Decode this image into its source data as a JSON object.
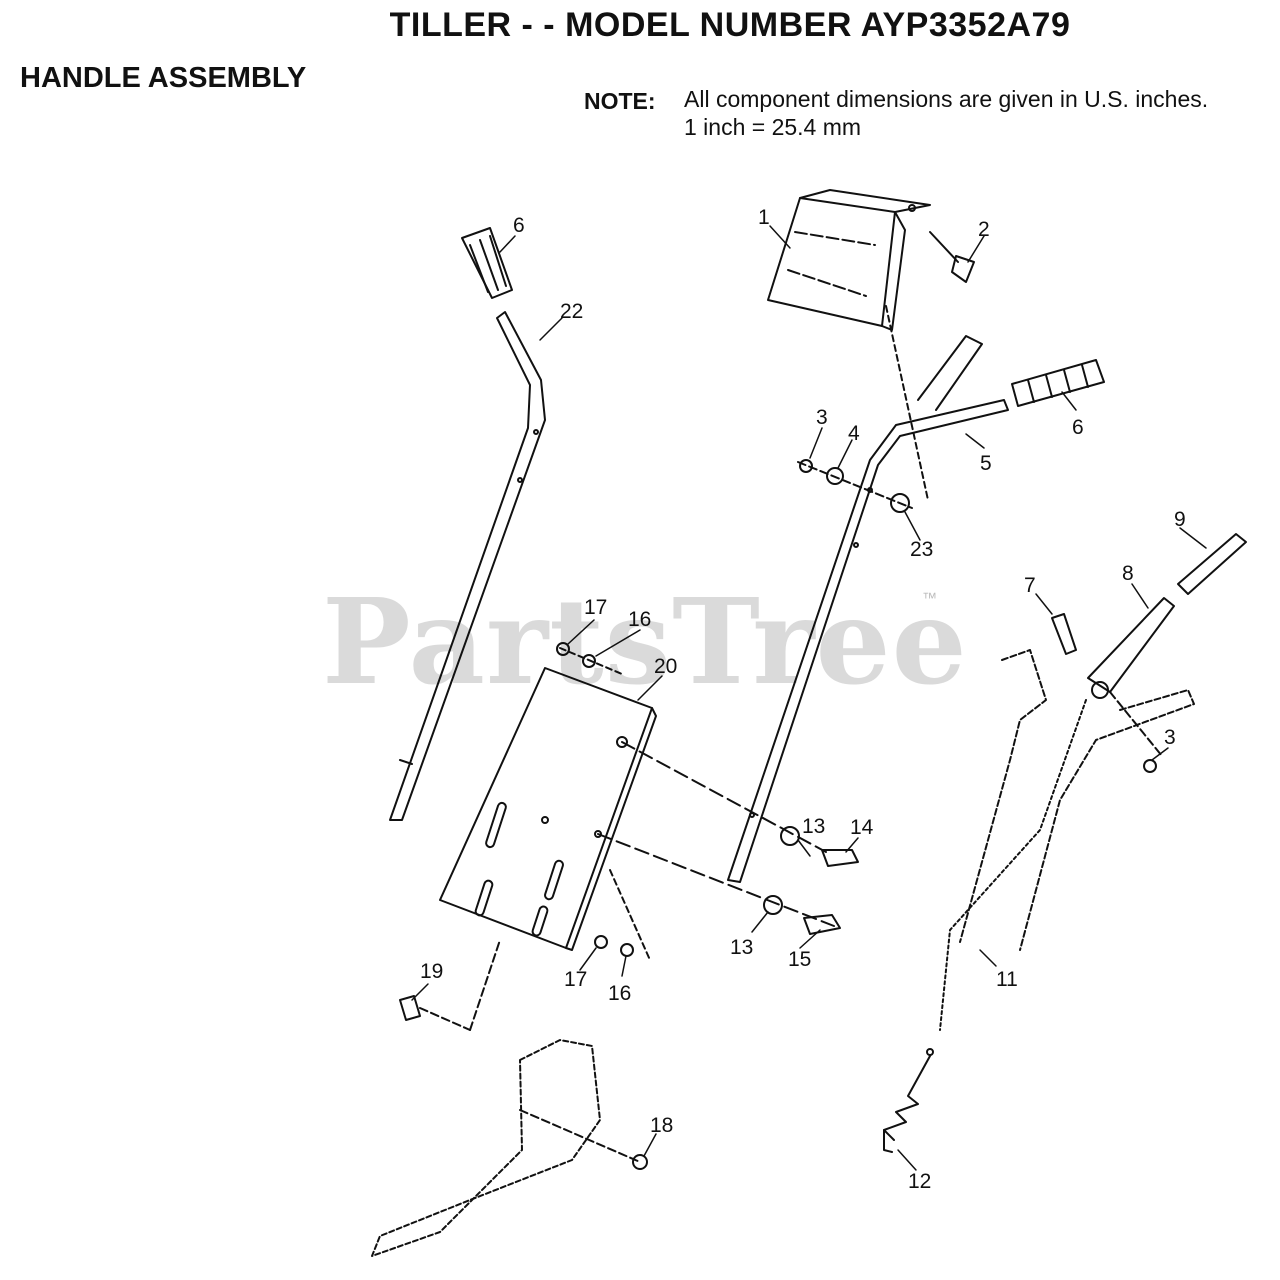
{
  "title": "TILLER - - MODEL NUMBER AYP3352A79",
  "subtitle": "HANDLE ASSEMBLY",
  "note": {
    "label": "NOTE:",
    "line1": "All component dimensions are given in U.S. inches.",
    "line2": "1 inch = 25.4 mm"
  },
  "watermark": {
    "text": "PartsTree",
    "tm": "™"
  },
  "colors": {
    "line": "#111111",
    "watermark": "#bdbdbd"
  },
  "callouts": [
    {
      "id": "c-6a",
      "label": "6"
    },
    {
      "id": "c-22",
      "label": "22"
    },
    {
      "id": "c-1",
      "label": "1"
    },
    {
      "id": "c-2",
      "label": "2"
    },
    {
      "id": "c-6b",
      "label": "6"
    },
    {
      "id": "c-5",
      "label": "5"
    },
    {
      "id": "c-3a",
      "label": "3"
    },
    {
      "id": "c-4",
      "label": "4"
    },
    {
      "id": "c-23",
      "label": "23"
    },
    {
      "id": "c-9",
      "label": "9"
    },
    {
      "id": "c-7",
      "label": "7"
    },
    {
      "id": "c-8",
      "label": "8"
    },
    {
      "id": "c-3b",
      "label": "3"
    },
    {
      "id": "c-17a",
      "label": "17"
    },
    {
      "id": "c-16a",
      "label": "16"
    },
    {
      "id": "c-20",
      "label": "20"
    },
    {
      "id": "c-13a",
      "label": "13"
    },
    {
      "id": "c-14",
      "label": "14"
    },
    {
      "id": "c-13b",
      "label": "13"
    },
    {
      "id": "c-15",
      "label": "15"
    },
    {
      "id": "c-17b",
      "label": "17"
    },
    {
      "id": "c-16b",
      "label": "16"
    },
    {
      "id": "c-19",
      "label": "19"
    },
    {
      "id": "c-11",
      "label": "11"
    },
    {
      "id": "c-18",
      "label": "18"
    },
    {
      "id": "c-12",
      "label": "12"
    }
  ]
}
